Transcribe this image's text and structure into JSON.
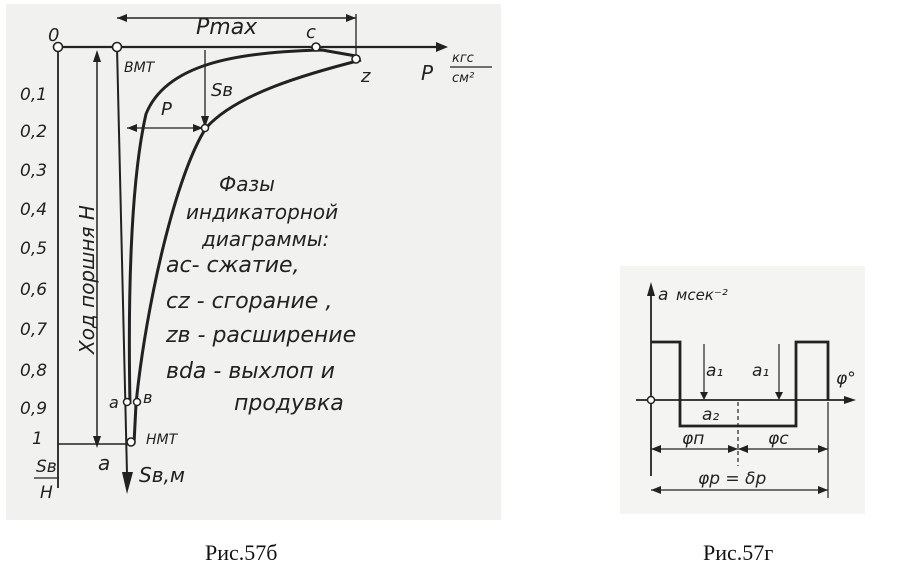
{
  "left_figure": {
    "caption": "Рис.57б",
    "p_max_label": "Pmax",
    "p_label": "P",
    "p_units_num": "кгс",
    "p_units_den": "см²",
    "sb_label": "Sв",
    "bmt_label": "ВМТ",
    "nmt_label": "НМТ",
    "stroke_label": "Ход поршня Н",
    "sb_m_label": "Sв,м",
    "ratio_num": "Sв",
    "ratio_den": "Н",
    "origin_label": "0",
    "point_c": "c",
    "point_z": "z",
    "point_a": "a",
    "point_b": "в",
    "point_a_bottom": "a",
    "p_arrow_label": "P",
    "y_ticks": [
      "0,1",
      "0,2",
      "0,3",
      "0,4",
      "0,5",
      "0,6",
      "0,7",
      "0,8",
      "0,9",
      "1"
    ],
    "phases_title_1": "Фазы",
    "phases_title_2": "индикаторной",
    "phases_title_3": "диаграммы:",
    "phases": [
      "ac- сжатие,",
      "cz - сгорание ,",
      "zв - расширение",
      "вda - выхлоп и",
      "продувка"
    ]
  },
  "right_figure": {
    "caption": "Рис.57г",
    "a_axis_label": "a",
    "a_units": "мсек⁻²",
    "phi_deg_label": "φ°",
    "a1_left": "a₁",
    "a1_right": "a₁",
    "a2_label": "a₂",
    "phi_n": "φп",
    "phi_c": "φс",
    "phi_p": "φр = δр"
  }
}
